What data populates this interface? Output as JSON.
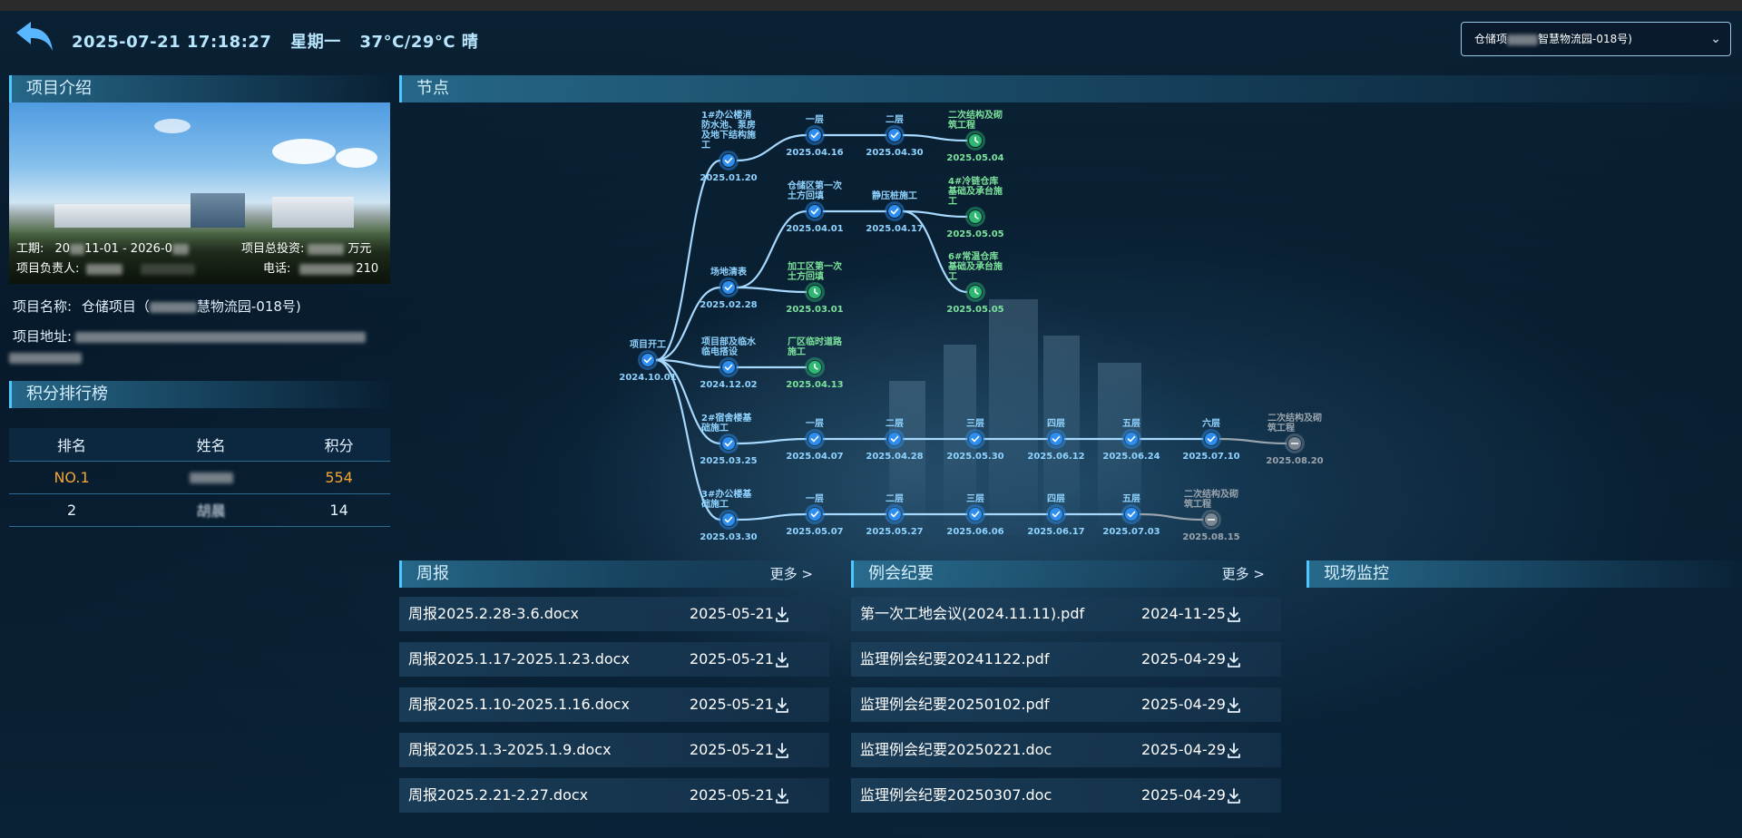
{
  "header": {
    "datetime": "2025-07-21 17:18:27",
    "weekday": "星期一",
    "weather": "37°C/29°C 晴",
    "project_select": {
      "prefix": "仓储项",
      "suffix": "智慧物流园-018号)"
    }
  },
  "intro": {
    "title": "项目介绍",
    "period_label": "工期:",
    "period_value_a": "20",
    "period_value_b": "11-01 - 2026-0",
    "investment_label": "项目总投资:",
    "investment_unit": "万元",
    "manager_label": "项目负责人:",
    "phone_label": "电话:",
    "phone_tail": "210",
    "name_label": "项目名称:",
    "name_value_a": "仓储项目（",
    "name_value_b": "慧物流园-018号)",
    "address_label": "项目地址:"
  },
  "ranking": {
    "title": "积分排行榜",
    "columns": [
      "排名",
      "姓名",
      "积分"
    ],
    "rows": [
      {
        "rank": "NO.1",
        "score": "554"
      },
      {
        "rank": "2",
        "name_tail": "胡晨",
        "score": "14"
      }
    ]
  },
  "nodes": {
    "title": "节点",
    "items": [
      {
        "id": "start",
        "label": "项目开工",
        "date": "2024.10.01",
        "status": "done"
      },
      {
        "id": "b1",
        "label": "1#办公楼消防水池、泵房及地下结构施工",
        "date": "2025.01.20",
        "status": "done"
      },
      {
        "id": "b1_f1",
        "label": "一层",
        "date": "2025.04.16",
        "status": "done"
      },
      {
        "id": "b1_f2",
        "label": "二层",
        "date": "2025.04.30",
        "status": "done"
      },
      {
        "id": "b1_sec",
        "label": "二次结构及砌筑工程",
        "date": "2025.05.04",
        "status": "active"
      },
      {
        "id": "site",
        "label": "场地清表",
        "date": "2025.02.28",
        "status": "done"
      },
      {
        "id": "store_fill",
        "label": "仓储区第一次土方回填",
        "date": "2025.04.01",
        "status": "done"
      },
      {
        "id": "pile",
        "label": "静压桩施工",
        "date": "2025.04.17",
        "status": "done"
      },
      {
        "id": "cold4",
        "label": "4#冷链仓库基础及承台施工",
        "date": "2025.05.05",
        "status": "active"
      },
      {
        "id": "norm6",
        "label": "6#常温仓库基础及承台施工",
        "date": "2025.05.05",
        "status": "active"
      },
      {
        "id": "proc_fill",
        "label": "加工区第一次土方回填",
        "date": "2025.03.01",
        "status": "active"
      },
      {
        "id": "dept",
        "label": "项目部及临水临电搭设",
        "date": "2024.12.02",
        "status": "done"
      },
      {
        "id": "road",
        "label": "厂区临时道路施工",
        "date": "2025.04.13",
        "status": "active"
      },
      {
        "id": "d2",
        "label": "2#宿舍楼基础施工",
        "date": "2025.03.25",
        "status": "done"
      },
      {
        "id": "d2_f1",
        "label": "一层",
        "date": "2025.04.07",
        "status": "done"
      },
      {
        "id": "d2_f2",
        "label": "二层",
        "date": "2025.04.28",
        "status": "done"
      },
      {
        "id": "d2_f3",
        "label": "三层",
        "date": "2025.05.30",
        "status": "done"
      },
      {
        "id": "d2_f4",
        "label": "四层",
        "date": "2025.06.12",
        "status": "done"
      },
      {
        "id": "d2_f5",
        "label": "五层",
        "date": "2025.06.24",
        "status": "done"
      },
      {
        "id": "d2_f6",
        "label": "六层",
        "date": "2025.07.10",
        "status": "done"
      },
      {
        "id": "d2_sec",
        "label": "二次结构及砌筑工程",
        "date": "2025.08.20",
        "status": "pending"
      },
      {
        "id": "o3",
        "label": "3#办公楼基础施工",
        "date": "2025.03.30",
        "status": "done"
      },
      {
        "id": "o3_f1",
        "label": "一层",
        "date": "2025.05.07",
        "status": "done"
      },
      {
        "id": "o3_f2",
        "label": "二层",
        "date": "2025.05.27",
        "status": "done"
      },
      {
        "id": "o3_f3",
        "label": "三层",
        "date": "2025.06.06",
        "status": "done"
      },
      {
        "id": "o3_f4",
        "label": "四层",
        "date": "2025.06.17",
        "status": "done"
      },
      {
        "id": "o3_f5",
        "label": "五层",
        "date": "2025.07.03",
        "status": "done"
      },
      {
        "id": "o3_sec",
        "label": "二次结构及砌筑工程",
        "date": "2025.08.15",
        "status": "pending"
      }
    ]
  },
  "weekly": {
    "title": "周报",
    "more": "更多 >",
    "rows": [
      {
        "name": "周报2025.2.28-3.6.docx",
        "date": "2025-05-21"
      },
      {
        "name": "周报2025.1.17-2025.1.23.docx",
        "date": "2025-05-21"
      },
      {
        "name": "周报2025.1.10-2025.1.16.docx",
        "date": "2025-05-21"
      },
      {
        "name": "周报2025.1.3-2025.1.9.docx",
        "date": "2025-05-21"
      },
      {
        "name": "周报2025.2.21-2.27.docx",
        "date": "2025-05-21"
      }
    ]
  },
  "minutes": {
    "title": "例会纪要",
    "more": "更多 >",
    "rows": [
      {
        "name": "第一次工地会议(2024.11.11).pdf",
        "date": "2024-11-25"
      },
      {
        "name": "监理例会纪要20241122.pdf",
        "date": "2025-04-29"
      },
      {
        "name": "监理例会纪要20250102.pdf",
        "date": "2025-04-29"
      },
      {
        "name": "监理例会纪要20250221.doc",
        "date": "2025-04-29"
      },
      {
        "name": "监理例会纪要20250307.doc",
        "date": "2025-04-29"
      }
    ]
  },
  "monitor": {
    "title": "现场监控"
  },
  "colors": {
    "done": "#2d8ef0",
    "active": "#2fb871",
    "pending": "#7b8691",
    "done_text": "#8fd3ff",
    "active_text": "#7ce39c",
    "pending_text": "#9aa4ad",
    "rank_first": "#f4a532"
  }
}
